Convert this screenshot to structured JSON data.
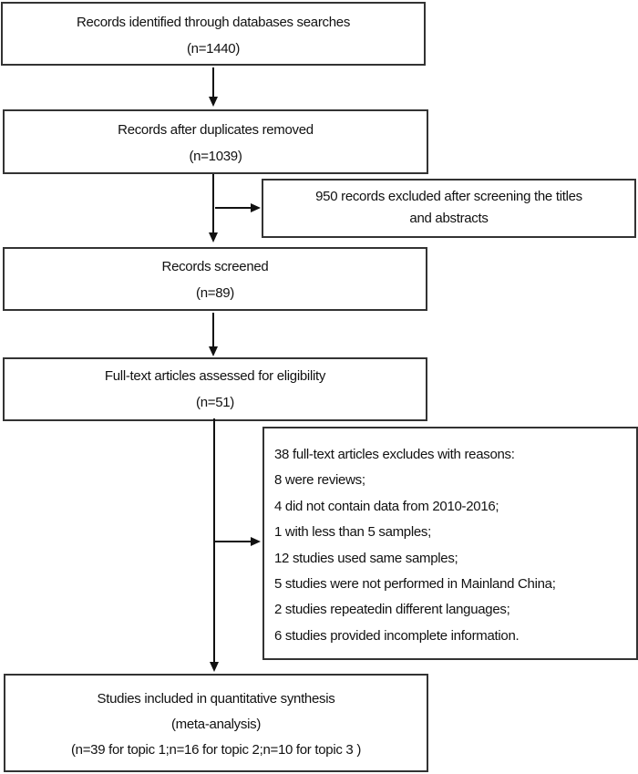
{
  "boxes": {
    "identified": {
      "title": "Records identified through databases searches",
      "count": "(n=1440)"
    },
    "deduplicated": {
      "title": "Records after duplicates removed",
      "count": "(n=1039)"
    },
    "excluded_screening": {
      "line1": "950 records excluded after screening the titles",
      "line2": "and abstracts"
    },
    "screened": {
      "title": "Records screened",
      "count": "(n=89)"
    },
    "eligibility": {
      "title": "Full-text articles assessed for eligibility",
      "count": "(n=51)"
    },
    "excluded_fulltext": {
      "header": "38 full-text articles excludes with reasons:",
      "reasons": [
        "8 were reviews;",
        "4 did not contain data from 2010-2016;",
        "1 with less than 5 samples;",
        "12 studies used same samples;",
        "5 studies were not performed in Mainland China;",
        "2 studies repeatedin different languages;",
        "6 studies provided incomplete information."
      ]
    },
    "included": {
      "title": "Studies included in quantitative synthesis",
      "subtitle": "(meta-analysis)",
      "count": "(n=39 for topic 1;n=16 for topic 2;n=10 for topic 3 )"
    }
  }
}
